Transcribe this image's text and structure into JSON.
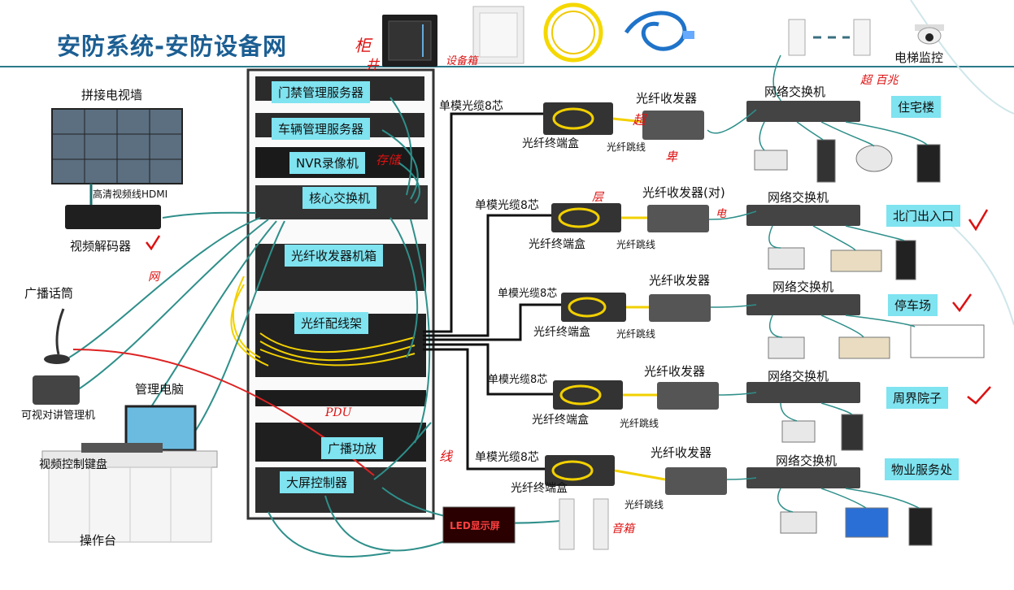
{
  "title": "安防系统-安防设备网",
  "colors": {
    "title": "#1c5f93",
    "cable": "#2e8f8a",
    "label_bg": "#7fe3f0",
    "annotation": "#d11111",
    "rack_device": "#2b2b2b"
  },
  "rack": {
    "devices": [
      "门禁管理服务器",
      "车辆管理服务器",
      "NVR录像机",
      "核心交换机",
      "光纤收发器机箱",
      "光纤配线架",
      "广播功放",
      "大屏控制器"
    ]
  },
  "left": {
    "video_wall": "拼接电视墙",
    "hdmi_cable": "高清视频线HDMI",
    "decoder": "视频解码器",
    "broadcast_mic": "广播话筒",
    "admin_pc": "管理电脑",
    "intercom_manager": "可视对讲管理机",
    "video_keyboard": "视频控制键盘",
    "console": "操作台"
  },
  "branches": [
    {
      "cable": "单模光缆8芯",
      "odf": "光纤终端盒",
      "patch": "光纤跳线",
      "converter": "光纤收发器",
      "switch": "网络交换机",
      "area": "住宅楼"
    },
    {
      "cable": "单模光缆8芯",
      "odf": "光纤终端盒",
      "patch": "光纤跳线",
      "converter": "光纤收发器(对)",
      "switch": "网络交换机",
      "area": "北门出入口"
    },
    {
      "cable": "单模光缆8芯",
      "odf": "光纤终端盒",
      "patch": "光纤跳线",
      "converter": "光纤收发器",
      "switch": "网络交换机",
      "area": "停车场"
    },
    {
      "cable": "单模光缆8芯",
      "odf": "光纤终端盒",
      "patch": "光纤跳线",
      "converter": "光纤收发器",
      "switch": "网络交换机",
      "area": "周界院子"
    },
    {
      "cable": "单模光缆8芯",
      "odf": "光纤终端盒",
      "patch": "光纤跳线",
      "converter": "光纤收发器",
      "switch": "网络交换机",
      "area": "物业服务处"
    }
  ],
  "elevator": "电梯监控",
  "led_screen": "LED显示屏",
  "annotations": [
    "柜",
    "井",
    "设备箱",
    "超",
    "卑",
    "存储",
    "层",
    "电",
    "网",
    "PDU",
    "线",
    "音箱",
    "超 百兆"
  ]
}
